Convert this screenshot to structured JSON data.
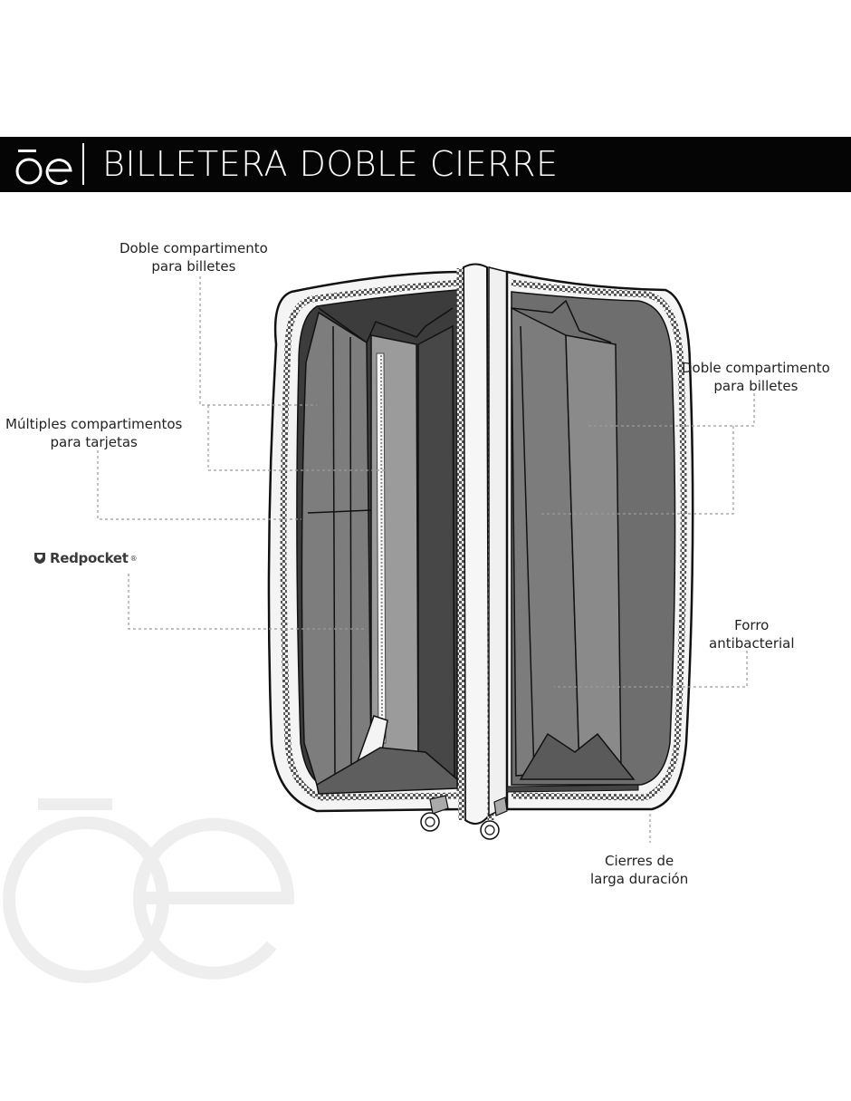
{
  "header": {
    "brand": "ōe",
    "title": "BILLETERA DOBLE CIERRE"
  },
  "callouts": {
    "left_bill_compartment": [
      "Doble compartimento",
      "para billetes"
    ],
    "card_slots": [
      "Múltiples compartimentos",
      "para tarjetas"
    ],
    "right_bill_compartment": [
      "Doble compartimento",
      "para billetes"
    ],
    "lining": [
      "Forro",
      "antibacterial"
    ],
    "zippers": [
      "Cierres de",
      "larga duración"
    ]
  },
  "logo": {
    "name": "Redpocket",
    "mark": "®"
  },
  "watermark": {
    "brand": "ōe"
  },
  "colors": {
    "header_bg": "#050505",
    "header_text": "#ffffff",
    "leader_line": "#9a9a9a",
    "wallet_dark": "#3c3c3c",
    "wallet_mid": "#7d7d7d",
    "wallet_light": "#9b9b9b",
    "watermark": "#eeeeee"
  }
}
